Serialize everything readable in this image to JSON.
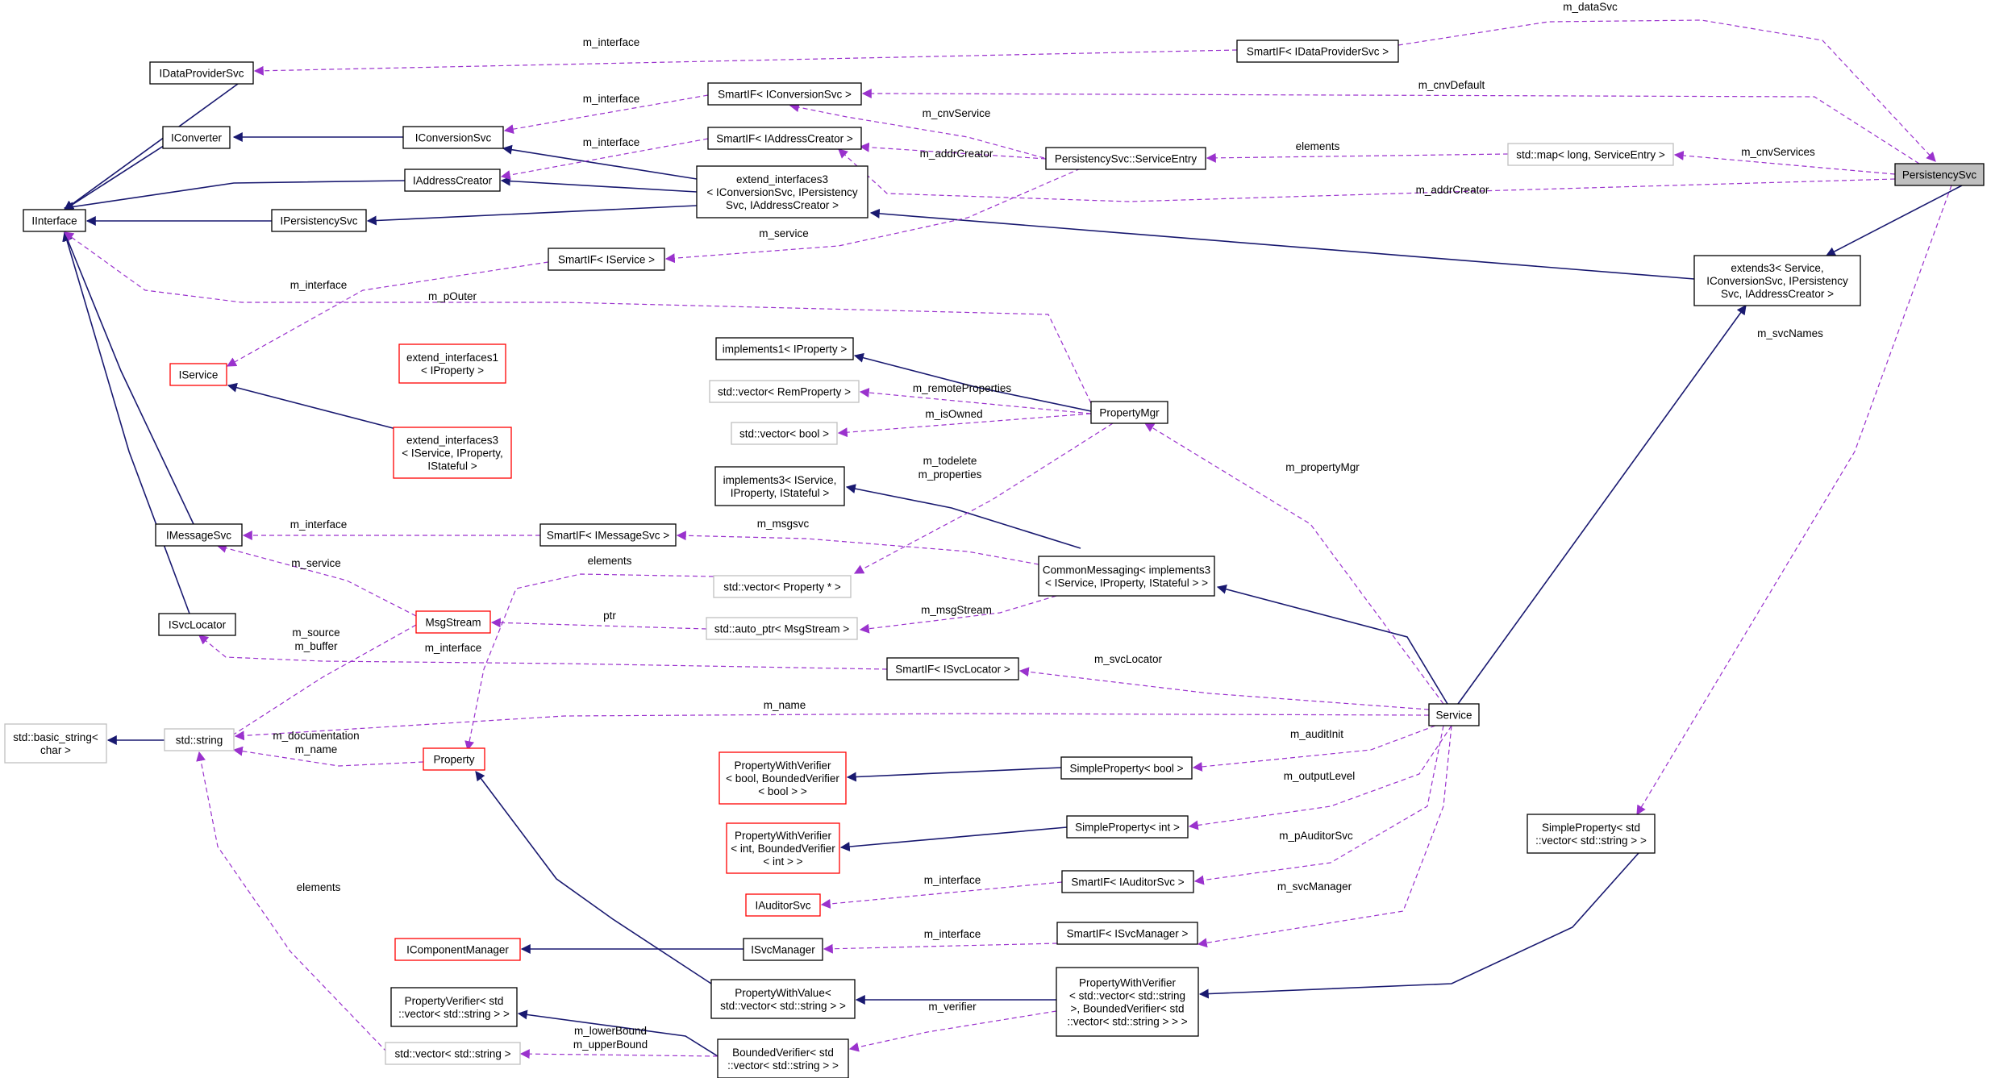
{
  "colors": {
    "inheritance": "#191970",
    "usage": "#9a32cd",
    "node_border": "#000000",
    "node_border_red": "#ff0000",
    "node_border_gray": "#bfbfbf",
    "highlight_fill": "#bfbfbf"
  },
  "nodes": {
    "persistencysvc": {
      "lines": [
        "PersistencySvc"
      ],
      "style": "highlight"
    },
    "smartif_idataprovidersvc": {
      "lines": [
        "SmartIF< IDataProviderSvc >"
      ],
      "style": "normal"
    },
    "idataprovidersvc": {
      "lines": [
        "IDataProviderSvc"
      ],
      "style": "normal"
    },
    "smartif_iconversionsvc": {
      "lines": [
        "SmartIF< IConversionSvc >"
      ],
      "style": "normal"
    },
    "iconverter": {
      "lines": [
        "IConverter"
      ],
      "style": "normal"
    },
    "iconversionsvc": {
      "lines": [
        "IConversionSvc"
      ],
      "style": "normal"
    },
    "smartif_iaddresscreator": {
      "lines": [
        "SmartIF< IAddressCreator >"
      ],
      "style": "normal"
    },
    "persistencysvc_serviceentry": {
      "lines": [
        "PersistencySvc::ServiceEntry"
      ],
      "style": "normal"
    },
    "std_map": {
      "lines": [
        "std::map< long, ServiceEntry >"
      ],
      "style": "gray"
    },
    "iaddresscreator": {
      "lines": [
        "IAddressCreator"
      ],
      "style": "normal"
    },
    "extend_interfaces3_conv": {
      "lines": [
        "extend_interfaces3",
        "< IConversionSvc, IPersistency",
        "Svc, IAddressCreator >"
      ],
      "style": "normal"
    },
    "iinterface": {
      "lines": [
        "IInterface"
      ],
      "style": "normal"
    },
    "ipersistencysvc": {
      "lines": [
        "IPersistencySvc"
      ],
      "style": "normal"
    },
    "smartif_iservice": {
      "lines": [
        "SmartIF< IService >"
      ],
      "style": "normal"
    },
    "extends3": {
      "lines": [
        "extends3< Service,",
        "IConversionSvc, IPersistency",
        "Svc, IAddressCreator >"
      ],
      "style": "normal"
    },
    "implements1": {
      "lines": [
        "implements1< IProperty >"
      ],
      "style": "normal"
    },
    "extend_interfaces1": {
      "lines": [
        "extend_interfaces1",
        "< IProperty >"
      ],
      "style": "red"
    },
    "iservice": {
      "lines": [
        "IService"
      ],
      "style": "red"
    },
    "std_vector_remproperty": {
      "lines": [
        "std::vector< RemProperty >"
      ],
      "style": "gray"
    },
    "propertymgr": {
      "lines": [
        "PropertyMgr"
      ],
      "style": "normal"
    },
    "std_vector_bool": {
      "lines": [
        "std::vector< bool >"
      ],
      "style": "gray"
    },
    "extend_interfaces3_iservice": {
      "lines": [
        "extend_interfaces3",
        "< IService, IProperty,",
        "IStateful >"
      ],
      "style": "red"
    },
    "implements3": {
      "lines": [
        "implements3< IService,",
        "IProperty, IStateful >"
      ],
      "style": "normal"
    },
    "imessagesvc": {
      "lines": [
        "IMessageSvc"
      ],
      "style": "normal"
    },
    "smartif_imessagesvc": {
      "lines": [
        "SmartIF< IMessageSvc >"
      ],
      "style": "normal"
    },
    "commonmessaging": {
      "lines": [
        "CommonMessaging< implements3",
        "< IService, IProperty, IStateful > >"
      ],
      "style": "normal"
    },
    "std_vector_property": {
      "lines": [
        "std::vector< Property * >"
      ],
      "style": "gray"
    },
    "isvclocator": {
      "lines": [
        "ISvcLocator"
      ],
      "style": "normal"
    },
    "msgstream": {
      "lines": [
        "MsgStream"
      ],
      "style": "red"
    },
    "std_auto_ptr": {
      "lines": [
        "std::auto_ptr< MsgStream >"
      ],
      "style": "gray"
    },
    "smartif_isvclocator": {
      "lines": [
        "SmartIF< ISvcLocator >"
      ],
      "style": "normal"
    },
    "service": {
      "lines": [
        "Service"
      ],
      "style": "normal"
    },
    "std_basic_string": {
      "lines": [
        "std::basic_string<",
        "char >"
      ],
      "style": "gray"
    },
    "std_string": {
      "lines": [
        "std::string"
      ],
      "style": "gray"
    },
    "property": {
      "lines": [
        "Property"
      ],
      "style": "red"
    },
    "pwv_bool": {
      "lines": [
        "PropertyWithVerifier",
        "< bool, BoundedVerifier",
        "< bool > >"
      ],
      "style": "red"
    },
    "simpleproperty_bool": {
      "lines": [
        "SimpleProperty< bool >"
      ],
      "style": "normal"
    },
    "simpleproperty_vector": {
      "lines": [
        "SimpleProperty< std",
        "::vector< std::string > >"
      ],
      "style": "normal"
    },
    "pwv_int": {
      "lines": [
        "PropertyWithVerifier",
        "< int, BoundedVerifier",
        "< int > >"
      ],
      "style": "red"
    },
    "simpleproperty_int": {
      "lines": [
        "SimpleProperty< int >"
      ],
      "style": "normal"
    },
    "iauditorsvc": {
      "lines": [
        "IAuditorSvc"
      ],
      "style": "red"
    },
    "smartif_iauditorsvc": {
      "lines": [
        "SmartIF< IAuditorSvc >"
      ],
      "style": "normal"
    },
    "smartif_isvcmanager": {
      "lines": [
        "SmartIF< ISvcManager >"
      ],
      "style": "normal"
    },
    "icomponentmanager": {
      "lines": [
        "IComponentManager"
      ],
      "style": "red"
    },
    "isvcmanager": {
      "lines": [
        "ISvcManager"
      ],
      "style": "normal"
    },
    "propertywithvalue": {
      "lines": [
        "PropertyWithValue<",
        "std::vector< std::string > >"
      ],
      "style": "normal"
    },
    "pwv_vector": {
      "lines": [
        "PropertyWithVerifier",
        "< std::vector< std::string",
        ">, BoundedVerifier< std",
        "::vector< std::string > > >"
      ],
      "style": "normal"
    },
    "propertyverifier": {
      "lines": [
        "PropertyVerifier< std",
        "::vector< std::string > >"
      ],
      "style": "normal"
    },
    "boundedverifier": {
      "lines": [
        "BoundedVerifier< std",
        "::vector< std::string > >"
      ],
      "style": "normal"
    },
    "std_vector_string": {
      "lines": [
        "std::vector< std::string >"
      ],
      "style": "gray"
    }
  },
  "edge_labels": {
    "m_dataSvc": "m_dataSvc",
    "m_interface_dataprovider": "m_interface",
    "m_interface_conversion": "m_interface",
    "m_cnvDefault": "m_cnvDefault",
    "m_cnvService": "m_cnvService",
    "m_interface_address": "m_interface",
    "m_addrCreator_entry": "m_addrCreator",
    "elements_map": "elements",
    "m_cnvServices": "m_cnvServices",
    "m_addrCreator_persistency": "m_addrCreator",
    "m_service_smartif": "m_service",
    "m_interface_iservice": "m_interface",
    "m_pOuter": "m_pOuter",
    "m_svcNames": "m_svcNames",
    "m_remoteProperties": "m_remoteProperties",
    "m_isOwned": "m_isOwned",
    "m_propertyMgr": "m_propertyMgr",
    "m_todelete": "m_todelete",
    "m_properties": "m_properties",
    "m_interface_msgsvc": "m_interface",
    "m_msgsvc": "m_msgsvc",
    "m_service_msgstream": "m_service",
    "elements_property": "elements",
    "ptr": "ptr",
    "m_msgStream": "m_msgStream",
    "m_source": "m_source",
    "m_buffer": "m_buffer",
    "m_interface_svclocator": "m_interface",
    "m_svcLocator": "m_svcLocator",
    "m_name_service": "m_name",
    "m_documentation": "m_documentation",
    "m_name_property": "m_name",
    "m_auditInit": "m_auditInit",
    "m_outputLevel": "m_outputLevel",
    "m_pAuditorSvc": "m_pAuditorSvc",
    "m_interface_auditor": "m_interface",
    "elements_string": "elements",
    "m_svcManager": "m_svcManager",
    "m_interface_svcmanager": "m_interface",
    "m_verifier": "m_verifier",
    "m_lowerBound": "m_lowerBound",
    "m_upperBound": "m_upperBound"
  }
}
